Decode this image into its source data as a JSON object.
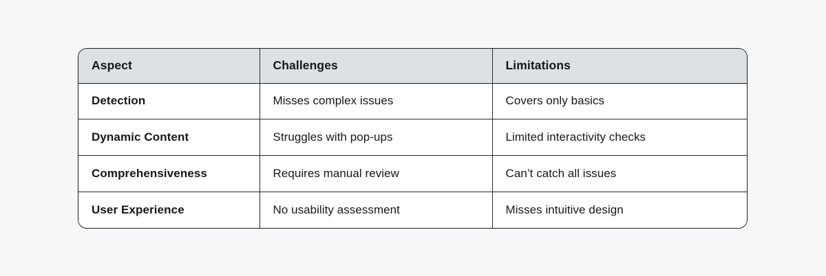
{
  "colors": {
    "page_background": "#f6f7f9",
    "table_border": "#1d1f21",
    "header_background": "#dde1e4",
    "text": "#15171a",
    "grid_line": "#23262a"
  },
  "table": {
    "columns": [
      {
        "key": "aspect",
        "label": "Aspect"
      },
      {
        "key": "challenges",
        "label": "Challenges"
      },
      {
        "key": "limitations",
        "label": "Limitations"
      }
    ],
    "rows": [
      {
        "aspect": "Detection",
        "challenges": "Misses complex issues",
        "limitations": "Covers only basics"
      },
      {
        "aspect": "Dynamic Content",
        "challenges": "Struggles with pop-ups",
        "limitations": "Limited interactivity checks"
      },
      {
        "aspect": "Comprehensiveness",
        "challenges": "Requires manual review",
        "limitations": "Can’t catch all issues"
      },
      {
        "aspect": "User Experience",
        "challenges": "No usability assessment",
        "limitations": "Misses intuitive design"
      }
    ]
  }
}
